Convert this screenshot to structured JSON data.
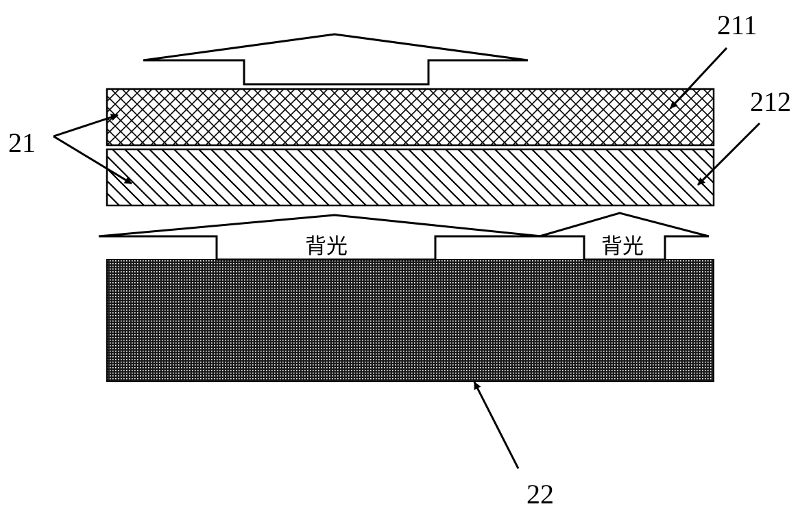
{
  "labels": {
    "top_film": "211",
    "bottom_film": "212",
    "film_stack": "21",
    "backlight_plate": "22"
  },
  "arrows": {
    "backlight_main_text": "背光",
    "backlight_small_text": "背光"
  },
  "colors": {
    "stroke": "#000000",
    "background": "#ffffff"
  }
}
